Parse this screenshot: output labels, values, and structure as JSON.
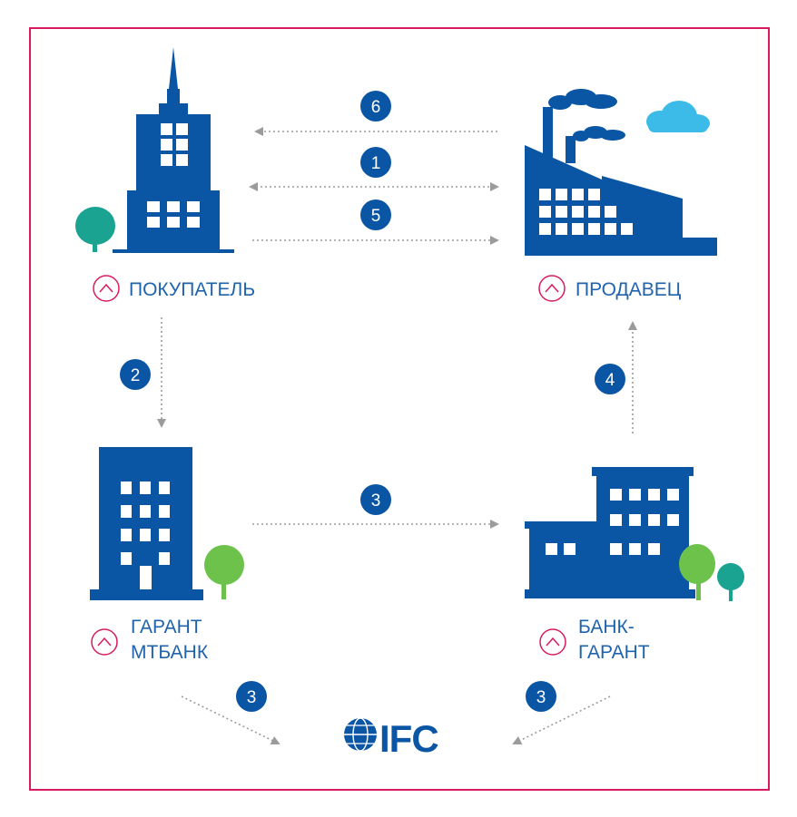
{
  "colors": {
    "frame": "#d81b60",
    "building": "#0b56a4",
    "badge": "#0b56a4",
    "arrow": "#9b9b9b",
    "label": "#1f63ad",
    "tree_green": "#6cc24a",
    "tree_teal": "#1aa391",
    "cloud": "#3cbbe8",
    "window": "#ffffff"
  },
  "nodes": {
    "buyer": {
      "label": "ПОКУПАТЕЛЬ",
      "icon": "tall-tower-icon"
    },
    "seller": {
      "label": "ПРОДАВЕЦ",
      "icon": "factory-icon"
    },
    "guarantor": {
      "label_line1": "ГАРАНТ",
      "label_line2": "МТБАНК",
      "icon": "office-building-icon"
    },
    "bank_guarantor": {
      "label_line1": "БАНК-",
      "label_line2": "ГАРАНТ",
      "icon": "bank-building-icon"
    }
  },
  "steps": {
    "s6": "6",
    "s1": "1",
    "s5": "5",
    "s2": "2",
    "s4": "4",
    "s3_mid": "3",
    "s3_left": "3",
    "s3_right": "3"
  },
  "logo": {
    "text": "IFC",
    "icon": "globe-icon"
  }
}
